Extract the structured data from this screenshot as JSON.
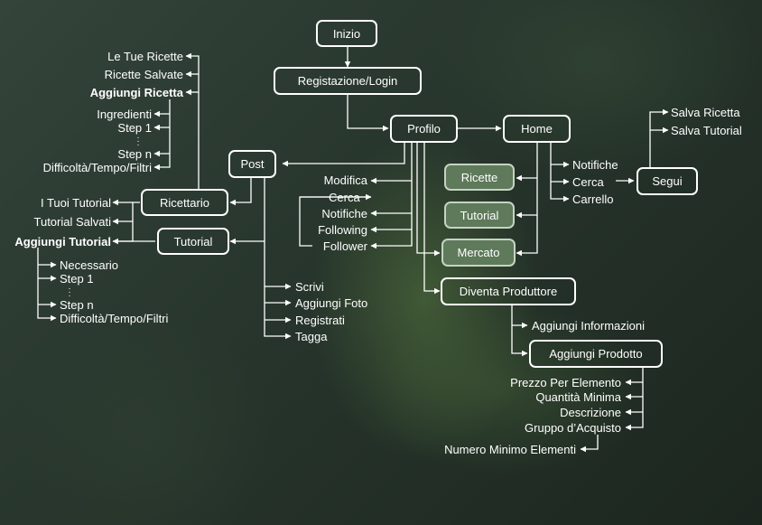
{
  "nodes": {
    "inizio": "Inizio",
    "registrazione": "Registazione/Login",
    "profilo": "Profilo",
    "home": "Home",
    "post": "Post",
    "ricettario": "Ricettario",
    "tutorial": "Tutorial",
    "ricette": "Ricette",
    "tutorial_green": "Tutorial",
    "mercato": "Mercato",
    "diventa_produttore": "Diventa Produttore",
    "aggiungi_prodotto": "Aggiungi Prodotto",
    "segui": "Segui"
  },
  "ricettario_branch": {
    "le_tue_ricette": "Le Tue Ricette",
    "ricette_salvate": "Ricette Salvate",
    "aggiungi_ricetta": "Aggiungi Ricetta",
    "ingredienti": "Ingredienti",
    "step_1": "Step 1",
    "step_n": "Step n",
    "difficolta": "Difficoltà/Tempo/Filtri"
  },
  "tutorial_branch": {
    "i_tuoi_tutorial": "I Tuoi Tutorial",
    "tutorial_salvati": "Tutorial Salvati",
    "aggiungi_tutorial": "Aggiungi Tutorial",
    "necessario": "Necessario",
    "step_1": "Step 1",
    "step_n": "Step n",
    "difficolta": "Difficoltà/Tempo/Filtri"
  },
  "profilo_branch": {
    "modifica": "Modifica",
    "cerca": "Cerca",
    "notifiche": "Notifiche",
    "following": "Following",
    "follower": "Follower"
  },
  "post_branch": {
    "scrivi": "Scrivi",
    "aggiungi_foto": "Aggiungi Foto",
    "registrati": "Registrati",
    "tagga": "Tagga"
  },
  "home_branch": {
    "notifiche": "Notifiche",
    "cerca": "Cerca",
    "carrello": "Carrello"
  },
  "segui_branch": {
    "salva_ricetta": "Salva Ricetta",
    "salva_tutorial": "Salva Tutorial"
  },
  "produttore_branch": {
    "aggiungi_informazioni": "Aggiungi Informazioni"
  },
  "prodotto_branch": {
    "prezzo": "Prezzo Per Elemento",
    "quantita": "Quantità Minima",
    "descrizione": "Descrizione",
    "gruppo": "Gruppo d’Acquisto",
    "numero_minimo": "Numero Minimo Elementi"
  },
  "colors": {
    "line": "#ffffff",
    "green_box": "#5e7a5a",
    "background": "#27352c"
  }
}
